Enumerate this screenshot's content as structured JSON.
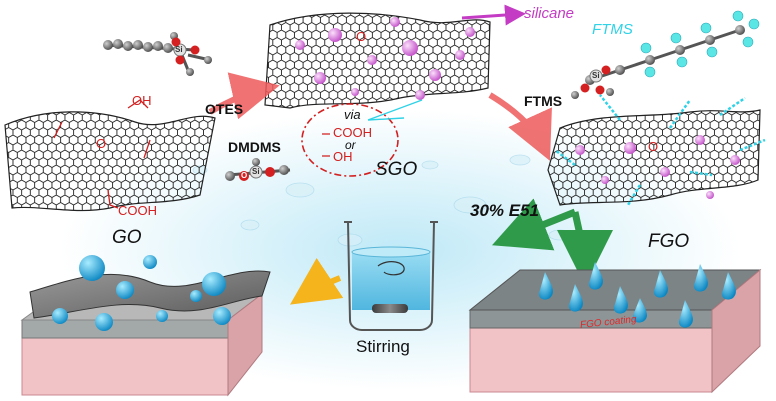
{
  "stages": {
    "go": "GO",
    "sgo": "SGO",
    "fgo": "FGO"
  },
  "reagents": {
    "otes": "OTES",
    "dmdms": "DMDMS",
    "ftms": "FTMS"
  },
  "functional_groups": {
    "oh_top": "OH",
    "cooh_bottom": "COOH",
    "o_epoxy_go": "O",
    "o_epoxy_sgo": "O",
    "o_epoxy_fgo": "O"
  },
  "via_annotation": {
    "via": "via",
    "cooh": "COOH",
    "or": "or",
    "oh": "OH"
  },
  "labels": {
    "silicane": "silicane",
    "ftms_molecule": "FTMS",
    "e51": "30% E51",
    "stirring": "Stirring",
    "fgo_coating": "FGO coating"
  },
  "atom_letters": {
    "si": "Si",
    "o": "O"
  },
  "colors": {
    "silicane_ball": "#d16ad6",
    "water_drop": "#1aa3d9",
    "fluorine": "#5be6e6",
    "arrow_red": "#ee5a5a",
    "arrow_green": "#2f9a4a",
    "arrow_orange": "#f5b31c",
    "functional_group": "#d32020"
  }
}
